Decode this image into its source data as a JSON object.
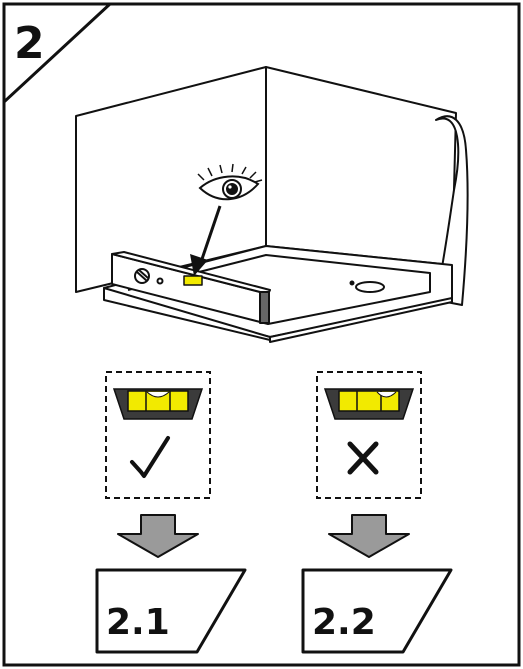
{
  "step": {
    "number": "2"
  },
  "options": [
    {
      "result": "checkmark",
      "next_step": "2.1"
    },
    {
      "result": "cross",
      "next_step": "2.2"
    }
  ],
  "colors": {
    "bubble_fill": "#f2ea00",
    "vial_dark": "#3b3b3b",
    "arrow_fill": "#9a9a9a",
    "line": "#111111"
  },
  "icons": [
    "eye-icon",
    "pointer-arrow-icon",
    "spirit-level-icon",
    "checkmark-icon",
    "cross-icon",
    "down-arrow-icon"
  ]
}
